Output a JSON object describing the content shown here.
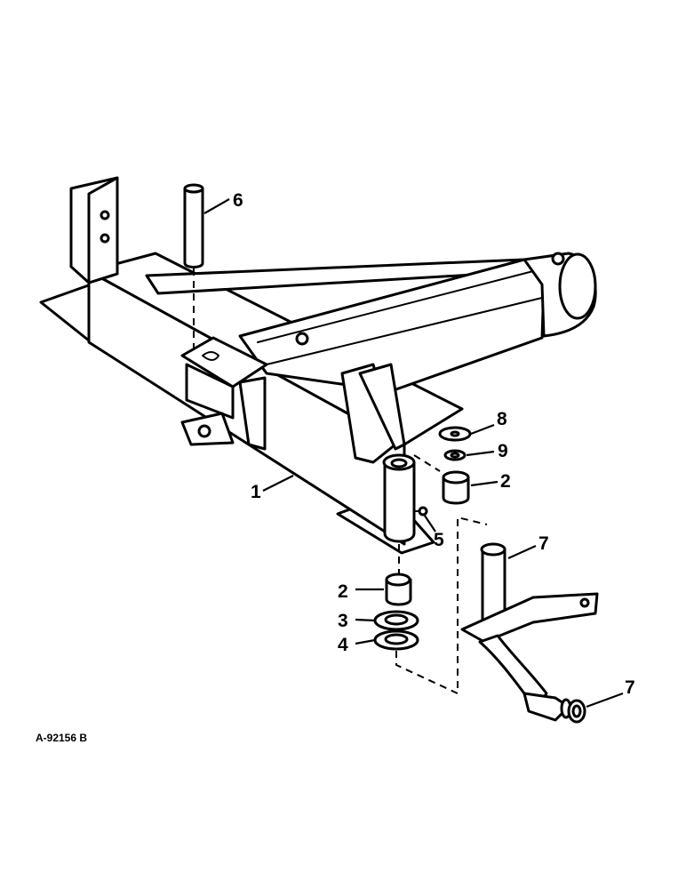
{
  "diagram": {
    "reference_code": "A-92156 B",
    "callouts": [
      {
        "id": "c1",
        "label": "1"
      },
      {
        "id": "c2a",
        "label": "2"
      },
      {
        "id": "c2b",
        "label": "2"
      },
      {
        "id": "c3",
        "label": "3"
      },
      {
        "id": "c4",
        "label": "4"
      },
      {
        "id": "c5",
        "label": "5"
      },
      {
        "id": "c6",
        "label": "6"
      },
      {
        "id": "c7a",
        "label": "7"
      },
      {
        "id": "c7b",
        "label": "7"
      },
      {
        "id": "c8",
        "label": "8"
      },
      {
        "id": "c9",
        "label": "9"
      }
    ]
  }
}
